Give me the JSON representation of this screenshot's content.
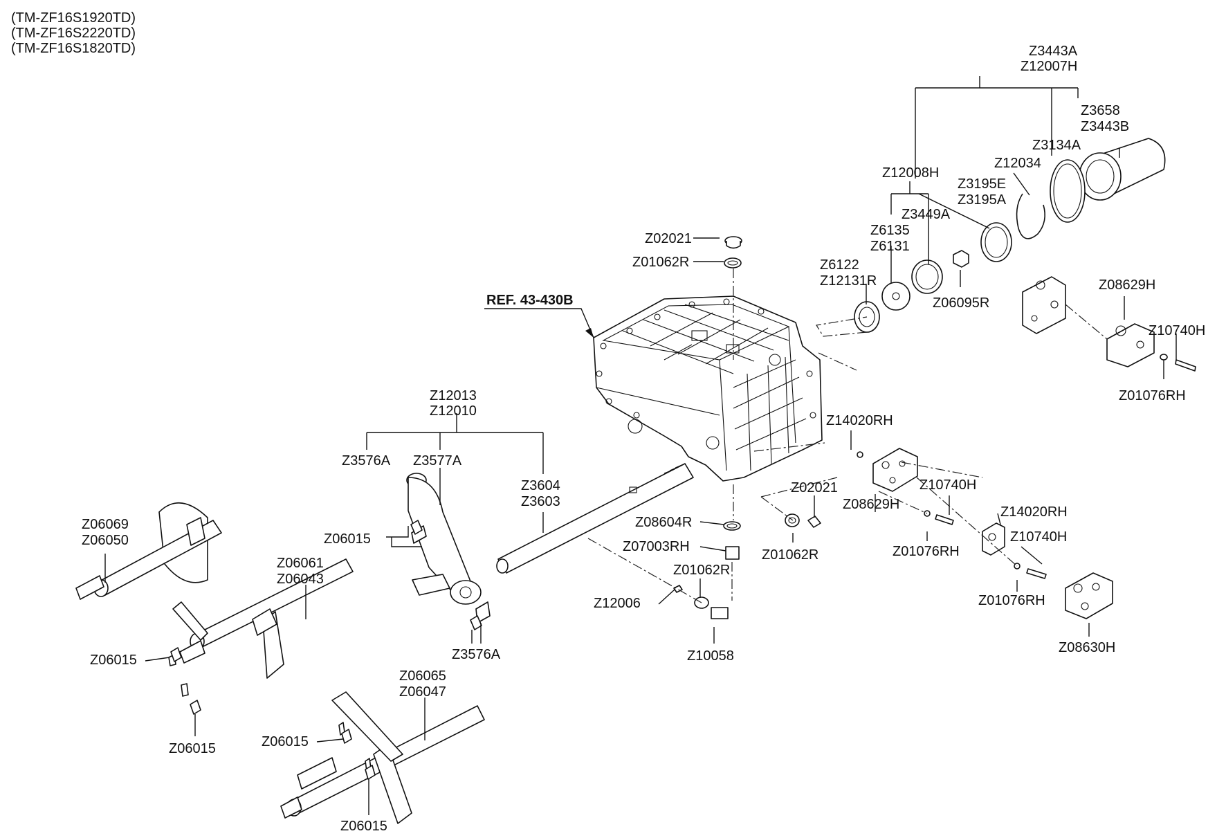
{
  "models": [
    "(TM-ZF16S1920TD)",
    "(TM-ZF16S2220TD)",
    "(TM-ZF16S1820TD)"
  ],
  "reference": "REF. 43-430B",
  "callouts": {
    "z3443a": "Z3443A",
    "z12007h": "Z12007H",
    "z3658": "Z3658",
    "z3443b": "Z3443B",
    "z3134a": "Z3134A",
    "z12034": "Z12034",
    "z3195e": "Z3195E",
    "z3195a": "Z3195A",
    "z12008h": "Z12008H",
    "z3449a": "Z3449A",
    "z6135": "Z6135",
    "z6131": "Z6131",
    "z6122": "Z6122",
    "z12131r": "Z12131R",
    "z06095r": "Z06095R",
    "z02021_top": "Z02021",
    "z01062r_top": "Z01062R",
    "z08629h_top": "Z08629H",
    "z10740h_top": "Z10740H",
    "z01076rh_top": "Z01076RH",
    "z14020rh_a": "Z14020RH",
    "z02021_mid": "Z02021",
    "z10740h_mid": "Z10740H",
    "z08629h_mid": "Z08629H",
    "z01076rh_mid": "Z01076RH",
    "z01062r_mid": "Z01062R",
    "z14020rh_b": "Z14020RH",
    "z10740h_low": "Z10740H",
    "z01076rh_low": "Z01076RH",
    "z08630h": "Z08630H",
    "z08604r": "Z08604R",
    "z07003rh": "Z07003RH",
    "z01062r_low": "Z01062R",
    "z12006": "Z12006",
    "z10058": "Z10058",
    "z12013": "Z12013",
    "z12010": "Z12010",
    "z3576a_top": "Z3576A",
    "z3577a": "Z3577A",
    "z3604": "Z3604",
    "z3603": "Z3603",
    "z06015_a": "Z06015",
    "z3576a_low": "Z3576A",
    "z06069": "Z06069",
    "z06050": "Z06050",
    "z06061": "Z06061",
    "z06043": "Z06043",
    "z06015_b": "Z06015",
    "z06015_c": "Z06015",
    "z06065": "Z06065",
    "z06047": "Z06047",
    "z06015_d": "Z06015",
    "z06015_e": "Z06015"
  }
}
